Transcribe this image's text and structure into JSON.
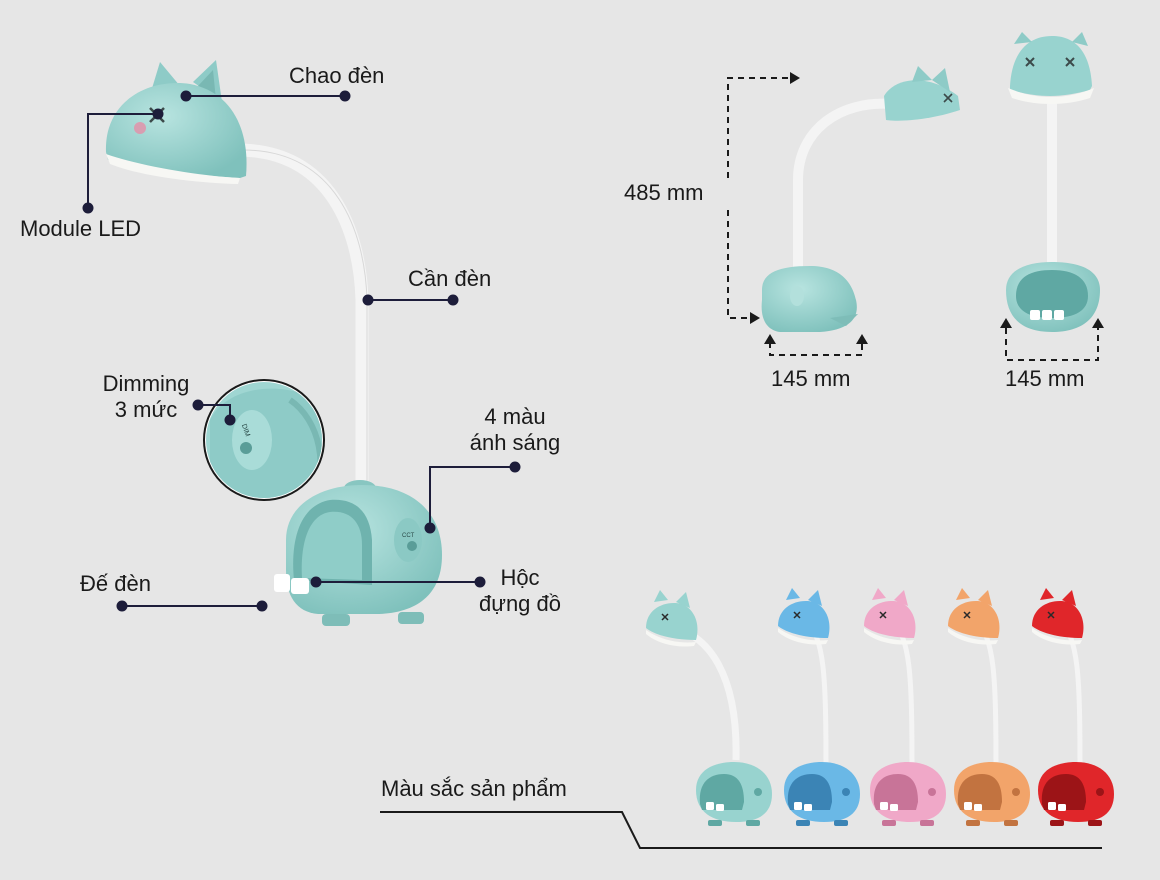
{
  "callouts": {
    "shade": "Chao đèn",
    "led_module": "Module LED",
    "arm": "Cần đèn",
    "dimming_line1": "Dimming",
    "dimming_line2": "3 mức",
    "light_colors_line1": "4 màu",
    "light_colors_line2": "ánh sáng",
    "base": "Đế đèn",
    "storage_line1": "Hộc",
    "storage_line2": "đựng đồ"
  },
  "dimensions": {
    "height": "485 mm",
    "width_side": "145 mm",
    "width_front": "145 mm"
  },
  "button_labels": {
    "dim": "DIM",
    "cct": "CCT"
  },
  "colors_section": {
    "title": "Màu sắc sản phẩm",
    "variants": [
      {
        "color": "#98d3cf",
        "dark": "#5fa8a3",
        "name": "mint"
      },
      {
        "color": "#6ab8e6",
        "dark": "#3b84b5",
        "name": "blue"
      },
      {
        "color": "#f0a8c8",
        "dark": "#c87498",
        "name": "pink"
      },
      {
        "color": "#f2a46a",
        "dark": "#c27340",
        "name": "orange"
      },
      {
        "color": "#e0262a",
        "dark": "#9c1417",
        "name": "red"
      }
    ]
  },
  "theme": {
    "background": "#e6e6e6",
    "callout_line": "#1d1d3a",
    "lamp_body": "#98d3cf",
    "lamp_shadow": "#6fb3ae",
    "arm": "#f6f6f6"
  }
}
